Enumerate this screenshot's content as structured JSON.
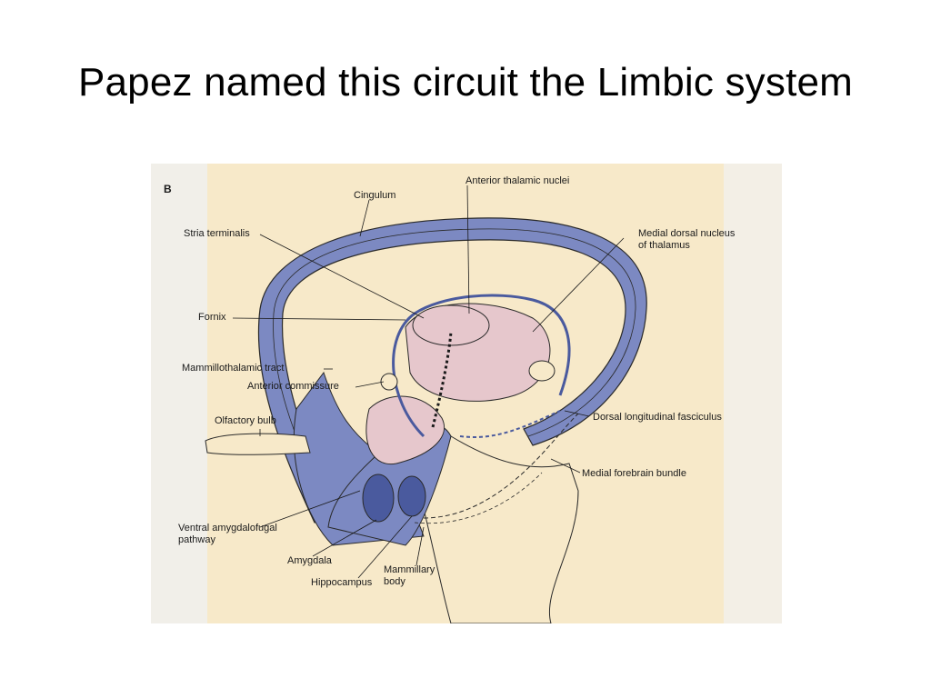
{
  "slide": {
    "title": "Papez named this circuit the Limbic system"
  },
  "figure": {
    "panel_letter": "B",
    "labels": {
      "cingulum": "Cingulum",
      "anterior_thalamic_nuclei": "Anterior thalamic nuclei",
      "stria_terminalis": "Stria terminalis",
      "medial_dorsal_nucleus_line1": "Medial dorsal nucleus",
      "medial_dorsal_nucleus_line2": "of thalamus",
      "fornix": "Fornix",
      "mammillothalamic_tract": "Mammillothalamic tract",
      "anterior_commissure": "Anterior commissure",
      "olfactory_bulb": "Olfactory bulb",
      "dorsal_longitudinal_fasciculus": "Dorsal longitudinal fasciculus",
      "medial_forebrain_bundle": "Medial forebrain bundle",
      "ventral_amygdalofugal_line1": "Ventral amygdalofugal",
      "ventral_amygdalofugal_line2": "pathway",
      "amygdala": "Amygdala",
      "hippocampus": "Hippocampus",
      "mammillary_line1": "Mammillary",
      "mammillary_line2": "body"
    },
    "colors": {
      "paper": "#f7e9c9",
      "limbic_blue": "#7c89c2",
      "limbic_blue_dark": "#4a5a9e",
      "thalamus_pink": "#e6c7cc",
      "outline": "#2a2a2a"
    }
  }
}
